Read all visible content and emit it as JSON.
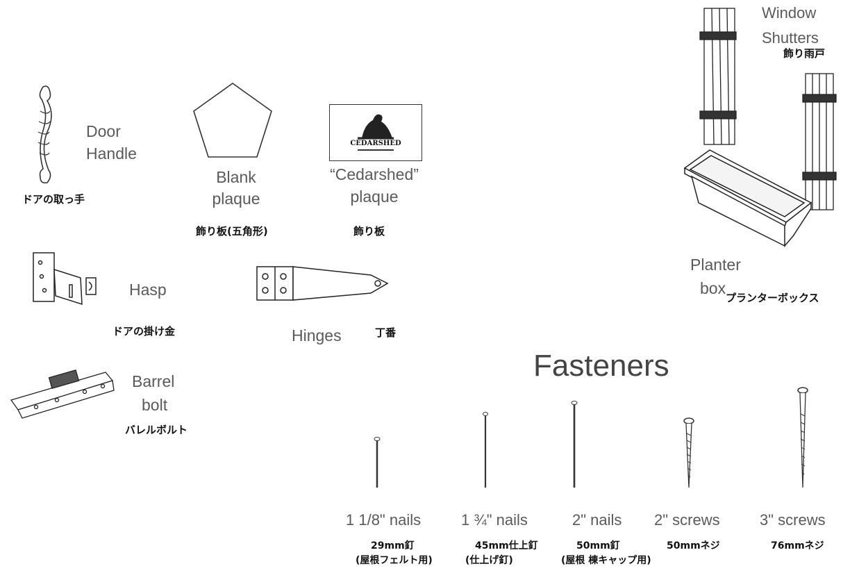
{
  "items": {
    "door_handle": {
      "label1": "Door",
      "label2": "Handle",
      "jp": "ドアの取っ手"
    },
    "blank_plaque": {
      "label1": "Blank",
      "label2": "plaque",
      "jp": "飾り板(五角形)"
    },
    "cedarshed_plaque": {
      "label1": "“Cedarshed”",
      "label2": "plaque",
      "jp": "飾り板",
      "logo_text": "CEDARSHED"
    },
    "window_shutters": {
      "label1": "Window",
      "label2": "Shutters",
      "jp": "飾り雨戸"
    },
    "planter_box": {
      "label1": "Planter",
      "label2": "box",
      "jp": "プランターボックス"
    },
    "hasp": {
      "label": "Hasp",
      "jp": "ドアの掛け金"
    },
    "hinges": {
      "label": "Hinges",
      "jp": "丁番"
    },
    "barrel_bolt": {
      "label1": "Barrel",
      "label2": "bolt",
      "jp": "バレルボルト"
    }
  },
  "fasteners": {
    "title": "Fasteners",
    "items": [
      {
        "label": "1 1/8\" nails",
        "jp1": "29mm釘",
        "jp2": "(屋根フェルト用)"
      },
      {
        "label": "1 ¾\" nails",
        "jp1": "45mm仕上釘",
        "jp2": "(仕上げ釘)"
      },
      {
        "label": "2\" nails",
        "jp1": "50mm釘",
        "jp2": "(屋根 棟キャップ用)"
      },
      {
        "label": "2\" screws",
        "jp1": "50mmネジ",
        "jp2": ""
      },
      {
        "label": "3\" screws",
        "jp1": "76mmネジ",
        "jp2": ""
      }
    ]
  }
}
